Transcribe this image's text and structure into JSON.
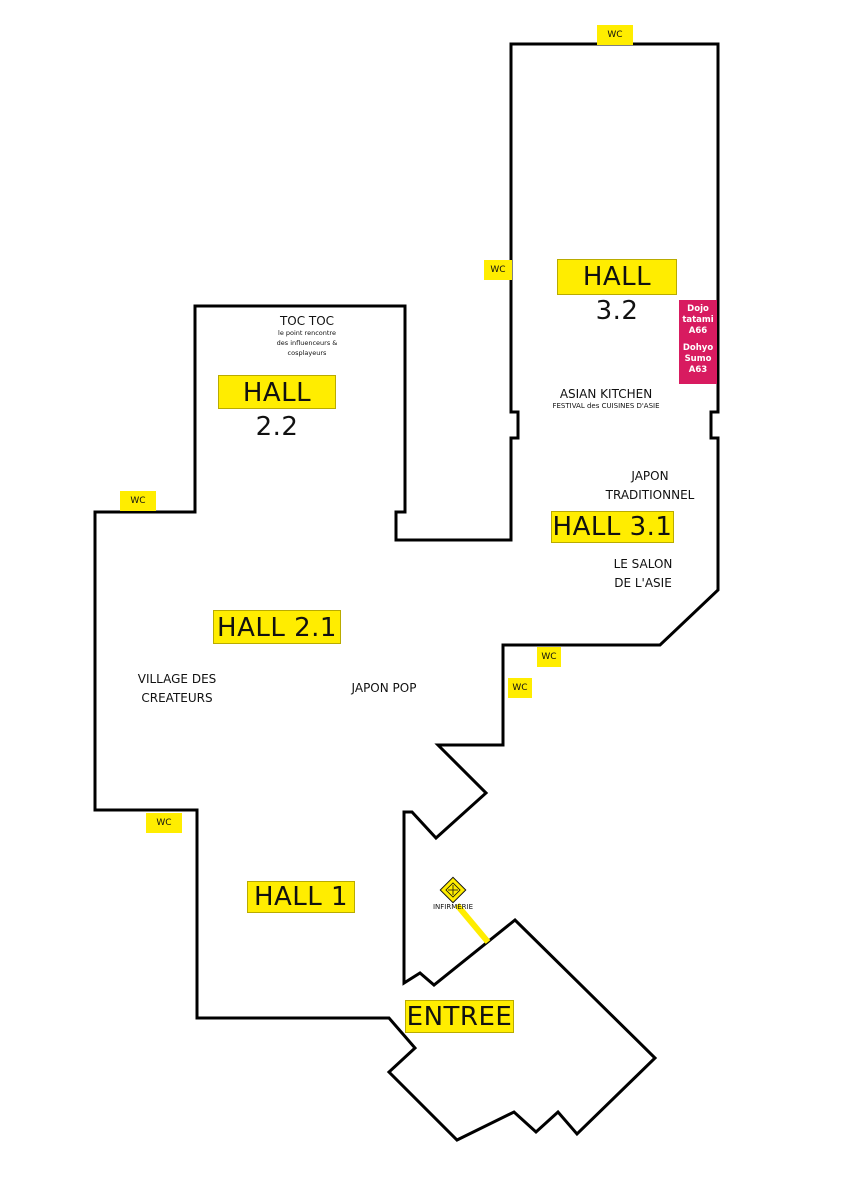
{
  "halls": {
    "hall_3_2": "HALL 3.2",
    "hall_2_2": "HALL 2.2",
    "hall_3_1": "HALL 3.1",
    "hall_2_1": "HALL 2.1",
    "hall_1": "HALL 1",
    "entree": "ENTREE"
  },
  "wc_label": "WC",
  "areas": {
    "toc_toc_title": "TOC TOC",
    "toc_toc_sub_1": "le point rencontre",
    "toc_toc_sub_2": "des influenceurs &",
    "toc_toc_sub_3": "cosplayeurs",
    "asian_kitchen": "ASIAN KITCHEN",
    "festival": "FESTIVAL des CUISINES D'ASIE",
    "japon_traditionnel_1": "JAPON",
    "japon_traditionnel_2": "TRADITIONNEL",
    "salon_1": "LE SALON",
    "salon_2": "DE L'ASIE",
    "village_1": "VILLAGE DES",
    "village_2": "CREATEURS",
    "japon_pop": "JAPON POP",
    "infirmerie": "INFIRMERIE"
  },
  "dojo": {
    "line1": "Dojo",
    "line2": "tatami",
    "line3": "A66",
    "line4": "Dohyo",
    "line5": "Sumo",
    "line6": "A63"
  },
  "colors": {
    "label_bg": "#ffed00",
    "dojo_bg": "#d81b60",
    "walls": "#000000"
  },
  "icons": {
    "infirmerie": "diamond-cross-icon"
  }
}
